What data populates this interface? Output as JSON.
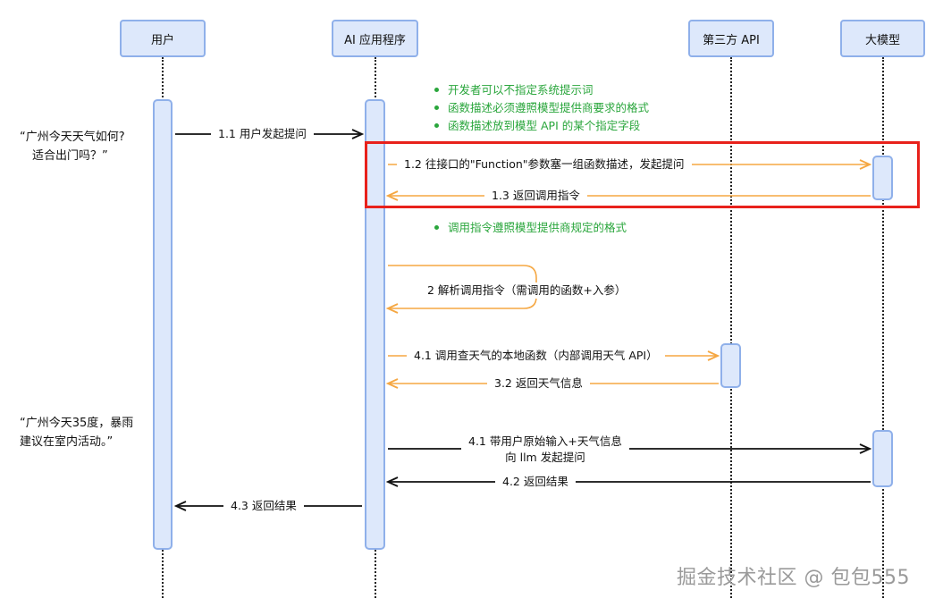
{
  "participants": {
    "user": "用户",
    "app": "AI 应用程序",
    "api": "第三方 API",
    "llm": "大模型"
  },
  "notes": {
    "question_line1": "“广州今天天气如何?",
    "question_line2": "适合出门吗？”",
    "answer_line1": "“广州今天35度，暴雨",
    "answer_line2": "建议在室内活动。”"
  },
  "bullets_top": [
    "开发者可以不指定系统提示词",
    "函数描述必须遵照模型提供商要求的格式",
    "函数描述放到模型 API 的某个指定字段"
  ],
  "bullet_mid": "调用指令遵照模型提供商规定的格式",
  "messages": {
    "m1_1": "1.1 用户发起提问",
    "m1_2": "1.2 往接口的\"Function\"参数塞一组函数描述，发起提问",
    "m1_3": "1.3 返回调用指令",
    "m2": "2 解析调用指令（需调用的函数+入参）",
    "m4_1a": "4.1 调用查天气的本地函数（内部调用天气 API）",
    "m3_2": "3.2 返回天气信息",
    "m4_1b_line1": "4.1 带用户原始输入+天气信息",
    "m4_1b_line2": "向 llm 发起提问",
    "m4_2": "4.2 返回结果",
    "m4_3": "4.3 返回结果"
  },
  "colors": {
    "accent_orange": "#f5a742",
    "note_green": "#2aa63c",
    "highlight_red": "#e8211b",
    "box_fill": "#dde8fb",
    "box_border": "#8fb0ea"
  },
  "watermark": "掘金技术社区 @ 包包555"
}
